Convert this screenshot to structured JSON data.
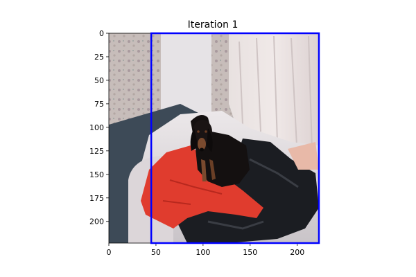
{
  "figure": {
    "title": "Iteration 1"
  },
  "chart_data": {
    "type": "image",
    "title": "Iteration 1",
    "xlabel": "",
    "ylabel": "",
    "xlim": [
      0,
      223
    ],
    "ylim": [
      223,
      0
    ],
    "x_ticks": [
      0,
      50,
      100,
      150,
      200
    ],
    "y_ticks": [
      0,
      25,
      50,
      75,
      100,
      125,
      150,
      175,
      200
    ],
    "x_tick_labels": [
      "0",
      "50",
      "100",
      "150",
      "200"
    ],
    "y_tick_labels": [
      "0",
      "25",
      "50",
      "75",
      "100",
      "125",
      "150",
      "175",
      "200"
    ],
    "image_content": "dachshund sitting on a red blanket on a white couch",
    "grid": false,
    "bounding_box": {
      "x_min": 45,
      "y_min": 0,
      "x_max": 223,
      "y_max": 223,
      "color": "#0000ff"
    }
  }
}
